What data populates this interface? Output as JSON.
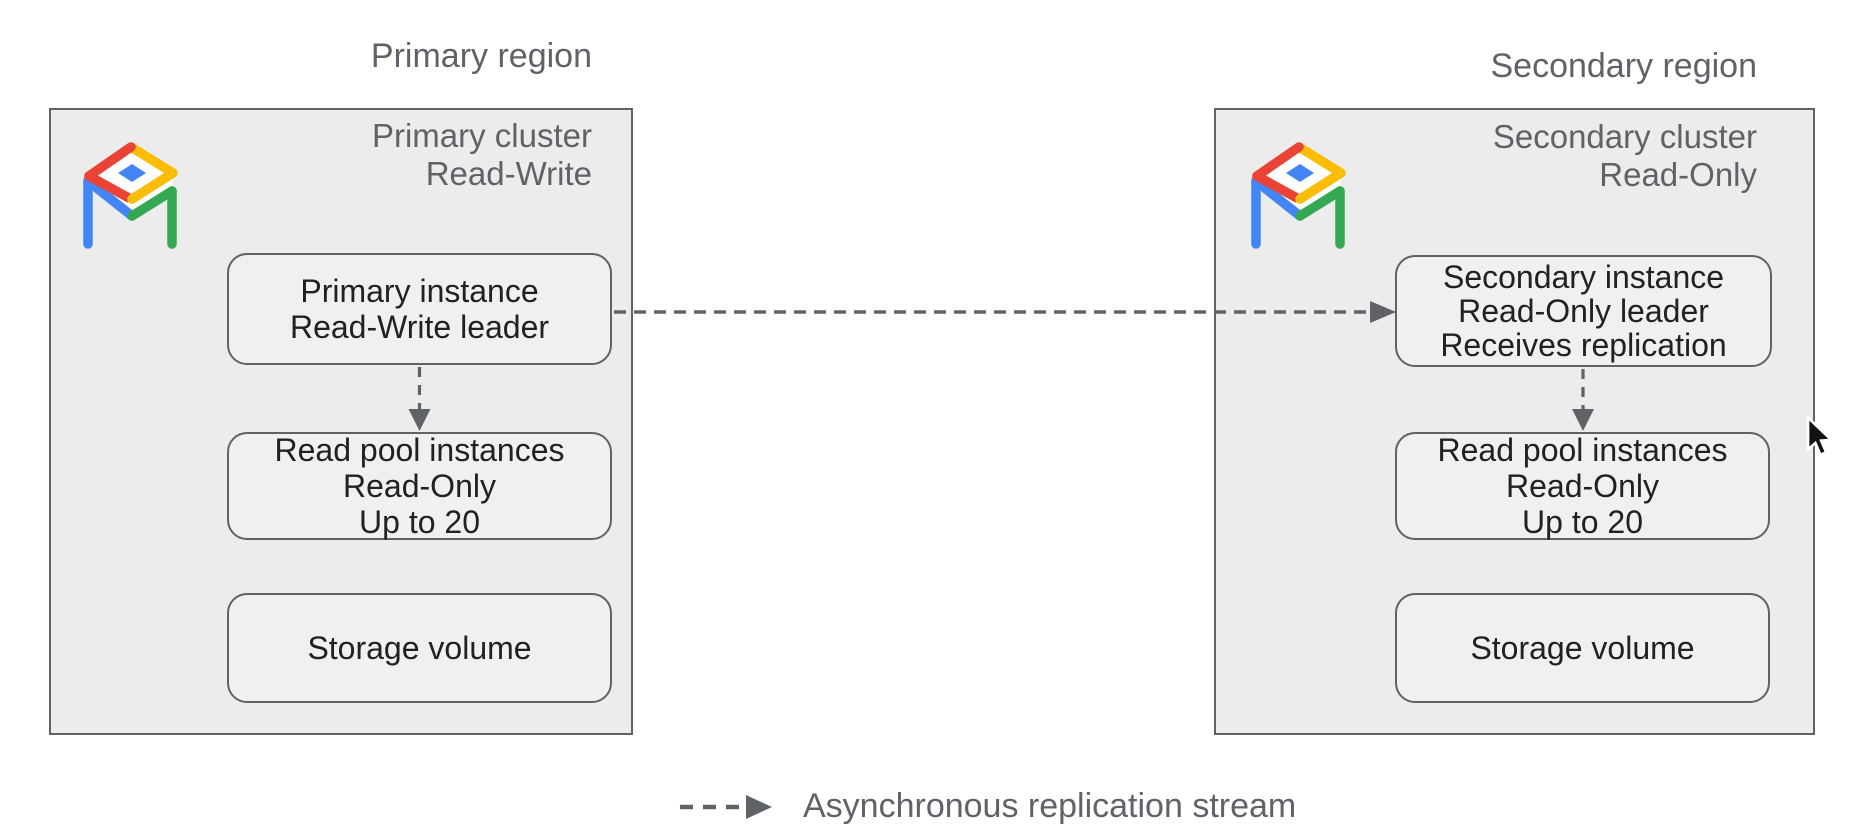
{
  "diagram_type": "architecture-diagram",
  "topic": "Cross-region asynchronous replication between database clusters",
  "regions": [
    {
      "region_title": "Primary region",
      "cluster_title_lines": [
        "Primary cluster",
        "Read-Write"
      ],
      "icon": "alloydb-icon",
      "nodes": {
        "instance_lines": [
          "Primary instance",
          "Read-Write leader"
        ],
        "read_pool_lines": [
          "Read pool instances",
          "Read-Only",
          "Up to 20"
        ],
        "storage_label": "Storage volume"
      }
    },
    {
      "region_title": "Secondary region",
      "cluster_title_lines": [
        "Secondary cluster",
        "Read-Only"
      ],
      "icon": "alloydb-icon",
      "nodes": {
        "instance_lines": [
          "Secondary instance",
          "Read-Only leader",
          "Receives replication"
        ],
        "read_pool_lines": [
          "Read pool instances",
          "Read-Only",
          "Up to 20"
        ],
        "storage_label": "Storage volume"
      }
    }
  ],
  "legend": {
    "label": "Asynchronous replication stream"
  },
  "colors": {
    "canvas": "#ffffff",
    "cluster_fill": "#ececec",
    "node_fill": "#f0f0f0",
    "border_gray": "#5f6368",
    "arrow_gray": "#5f6368",
    "text_dark": "#212121",
    "text_gray": "#5f6368",
    "google_blue": "#4285F4",
    "google_red": "#EA4335",
    "google_yellow": "#FBBC04",
    "google_green": "#34A853"
  }
}
